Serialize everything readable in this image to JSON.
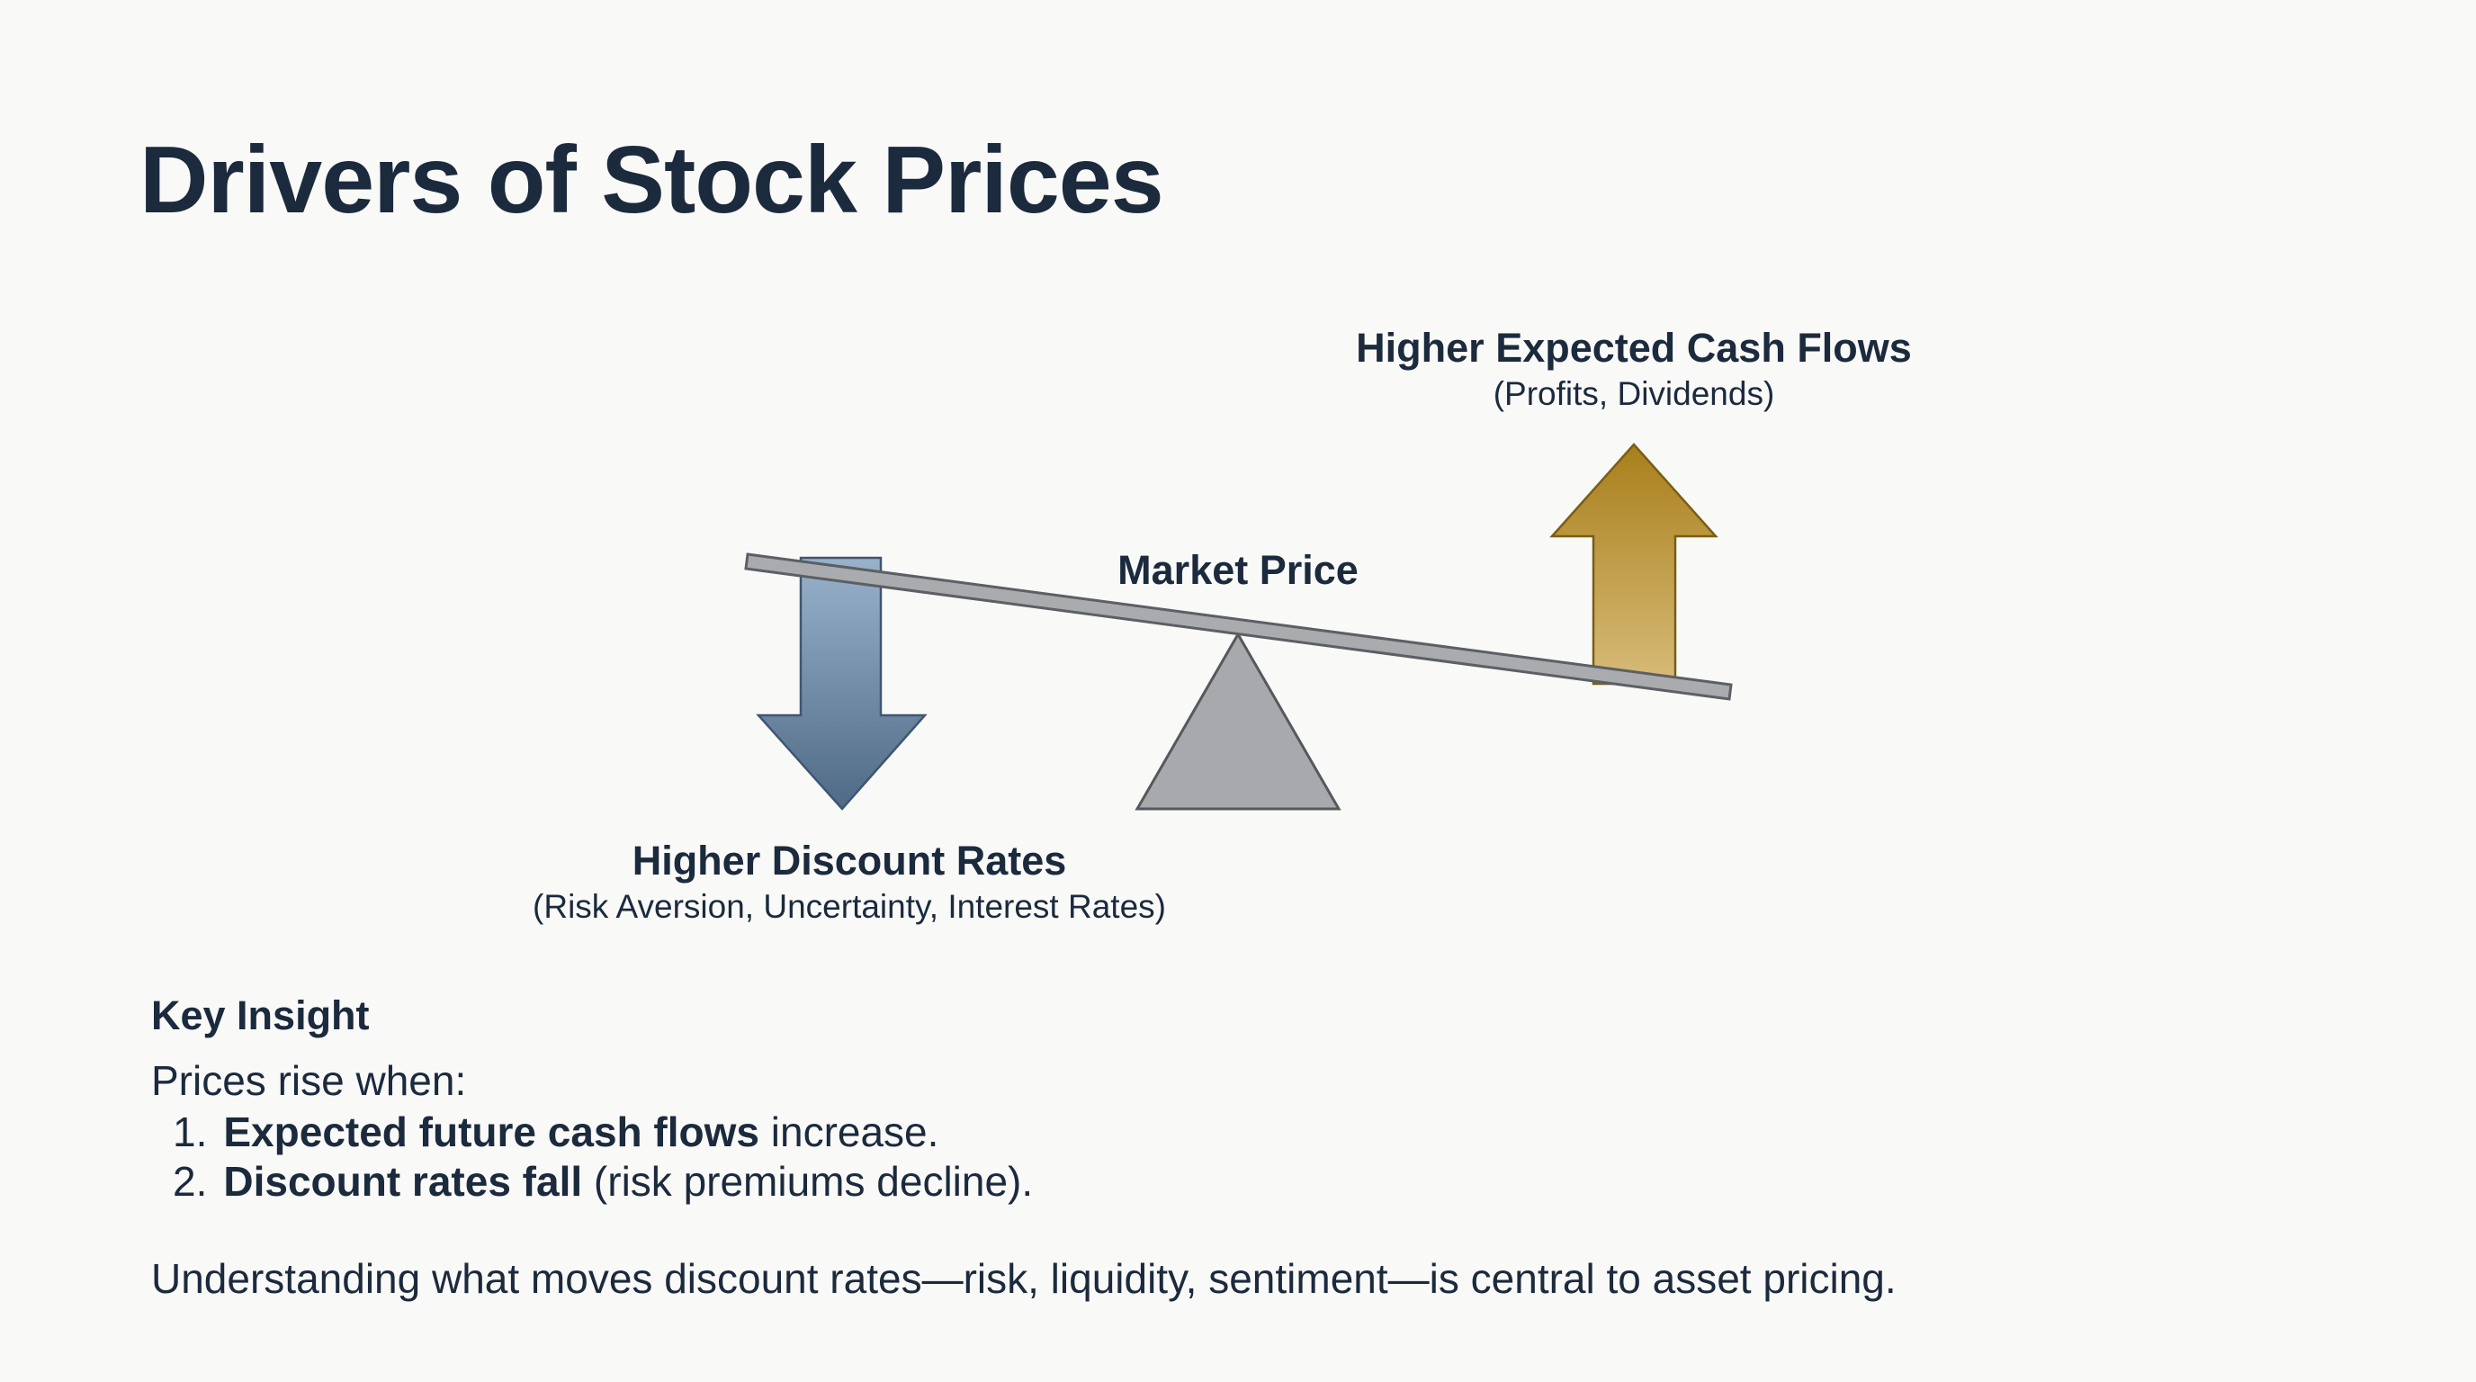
{
  "slide": {
    "title": "Drivers of Stock Prices"
  },
  "diagram": {
    "center_label": "Market Price",
    "up_driver": {
      "title": "Higher Expected Cash Flows",
      "subtitle": "(Profits, Dividends)",
      "direction": "up",
      "icon": "arrow-up-icon",
      "color_top": "#a97f1c",
      "color_bottom": "#d7bb78",
      "stroke": "#7a5d14"
    },
    "down_driver": {
      "title": "Higher Discount Rates",
      "subtitle": "(Risk Aversion, Uncertainty, Interest Rates)",
      "direction": "down",
      "icon": "arrow-down-icon",
      "color_top": "#99b2cc",
      "color_bottom": "#4f6a86",
      "stroke": "#3f5670"
    },
    "beam": {
      "icon": "seesaw-beam",
      "fill": "#a9abae",
      "stroke": "#5c5f63"
    },
    "fulcrum": {
      "icon": "fulcrum-triangle-icon",
      "fill": "#a7a9ac",
      "stroke": "#55585c"
    }
  },
  "insight": {
    "heading": "Key Insight",
    "intro": "Prices rise when:",
    "items": [
      {
        "number": "1.",
        "bold": "Expected future cash flows",
        "rest": " increase."
      },
      {
        "number": "2.",
        "bold": "Discount rates fall",
        "rest": " (risk premiums decline)."
      }
    ],
    "closing": "Understanding what moves discount rates—risk, liquidity, sentiment—is central to asset pricing."
  },
  "colors": {
    "background": "#f9f9f8",
    "text": "#1b2a3d"
  }
}
